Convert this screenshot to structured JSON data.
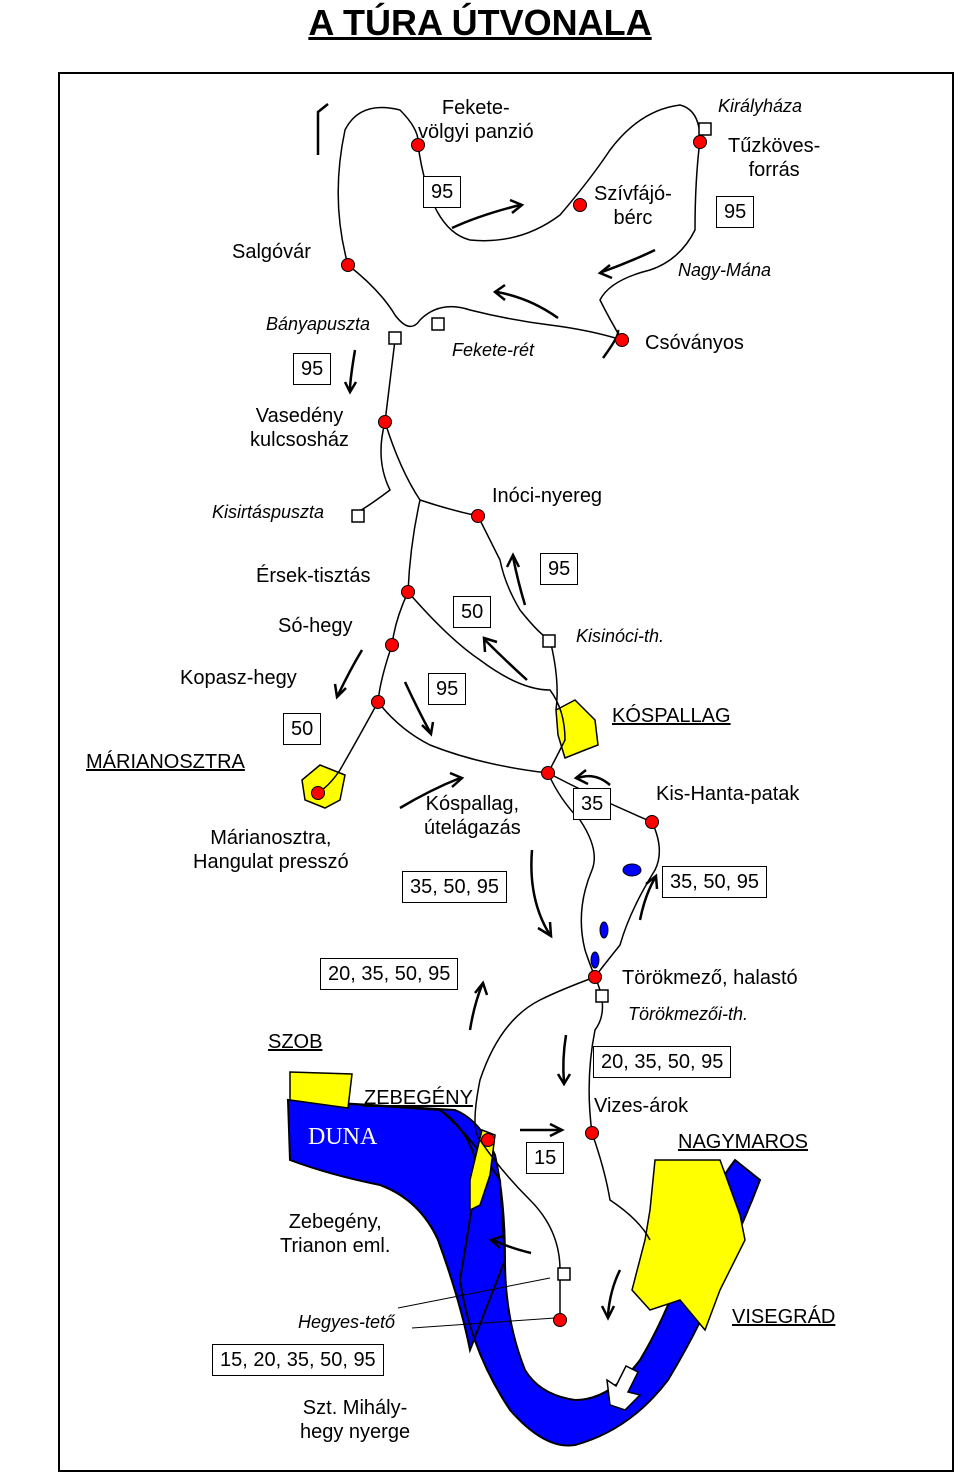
{
  "title": "A TÚRA ÚTVONALA",
  "colors": {
    "river": "#0000ff",
    "town": "#ffff00",
    "stop": "#ff0000",
    "route": "#000000"
  },
  "places": {
    "salgovar": "Salgóvár",
    "feketevolgyi": "Fekete-\nvölgyi panzió",
    "kiralyhaza": "Királyháza",
    "tuzkoves": "Tűzköves-\nforrás",
    "szivfajo": "Szívfájó-\nbérc",
    "nagymana": "Nagy-Mána",
    "banyapuszta": "Bányapuszta",
    "feketeret": "Fekete-rét",
    "csovanyos": "Csóványos",
    "vasedeny": "Vasedény\nkulcsosház",
    "kisirtaspuszta": "Kisirtáspuszta",
    "inoci": "Inóci-nyereg",
    "ersek": "Érsek-tisztás",
    "sohegy": "Só-hegy",
    "kisinoci": "Kisinóci-th.",
    "kopaszhegy": "Kopasz-hegy",
    "marianosztra": "MÁRIANOSZTRA",
    "kospallag": "KÓSPALLAG",
    "marianosztra_presszo": "Márianosztra,\nHangulat presszó",
    "kospallag_utelagazas": "Kóspallag,\nútelágazás",
    "kishanta": "Kis-Hanta-patak",
    "torokmezo": "Törökmező, halastó",
    "torokmezoi_th": "Törökmezői-th.",
    "szob": "SZOB",
    "zebegeny": "ZEBEGÉNY",
    "vizesarok": "Vizes-árok",
    "nagymaros": "NAGYMAROS",
    "duna": "DUNA",
    "trianon": "Zebegény,\nTrianon eml.",
    "hegyesteto": "Hegyes-tető",
    "visegrad": "VISEGRÁD",
    "szt_mihaly": "Szt. Mihály-\nhegy nyerge"
  },
  "route_boxes": {
    "b95_top": "95",
    "b95_tuzkoves": "95",
    "b95_banya": "95",
    "b95_inoci": "95",
    "b50_soh": "50",
    "b95_koszp": "95",
    "b50_kopasz": "50",
    "b35": "35",
    "b3550_95_left": "35, 50, 95",
    "b3550_95_right": "35, 50, 95",
    "b20_left": "20, 35, 50, 95",
    "b20_right": "20, 35, 50, 95",
    "b15": "15",
    "b15_all": "15, 20, 35, 50, 95"
  }
}
